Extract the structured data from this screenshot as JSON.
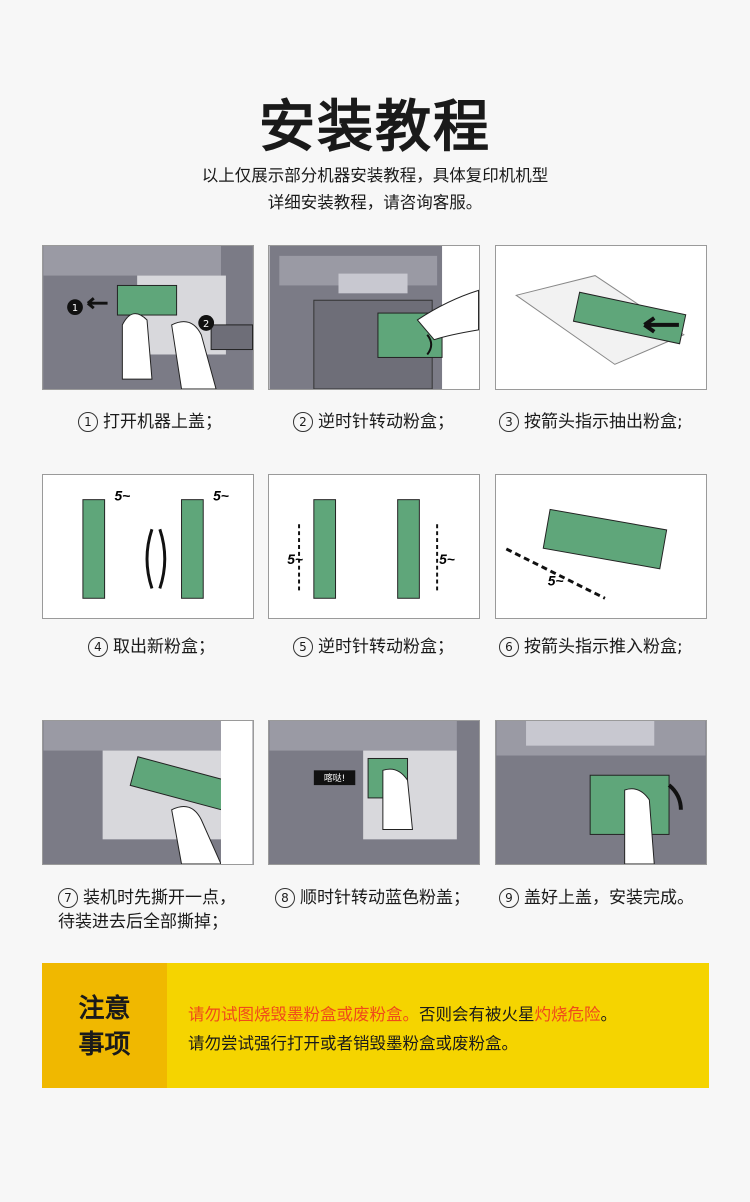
{
  "title": "安装教程",
  "subtitle": [
    "以上仅展示部分机器安装教程，具体复印机机型",
    "详细安装教程，请咨询客服。"
  ],
  "steps": [
    {
      "num": "1",
      "text": "打开机器上盖；"
    },
    {
      "num": "2",
      "text": "逆时针转动粉盒；"
    },
    {
      "num": "3",
      "text": "按箭头指示抽出粉盒;"
    },
    {
      "num": "4",
      "text": "取出新粉盒；"
    },
    {
      "num": "5",
      "text": "逆时针转动粉盒；"
    },
    {
      "num": "6",
      "text": "按箭头指示推入粉盒;"
    },
    {
      "num": "7",
      "text": "装机时先撕开一点，",
      "text2": "待装进去后全部撕掉；"
    },
    {
      "num": "8",
      "text": "顺时针转动蓝色粉盖；"
    },
    {
      "num": "9",
      "text": "盖好上盖，安装完成。"
    }
  ],
  "image_labels": {
    "shake": "5~",
    "click": "喀哒!",
    "marker1": "1",
    "marker2": "2"
  },
  "notice": {
    "heading": [
      "注意",
      "事项"
    ],
    "line1_warn": "请勿试图烧毁墨粉盒或废粉盒。",
    "line1_mid": "否则会有被火星",
    "line1_warn2": "灼烧危险",
    "line1_end": "。",
    "line2": "请勿尝试强行打开或者销毁墨粉盒或废粉盒。"
  },
  "colors": {
    "cartridge": "#5fa67a",
    "machine": "#6e6e78",
    "notice_bg": "#f5d400",
    "notice_head_bg": "#f0b800",
    "warn": "#f04a1a"
  }
}
